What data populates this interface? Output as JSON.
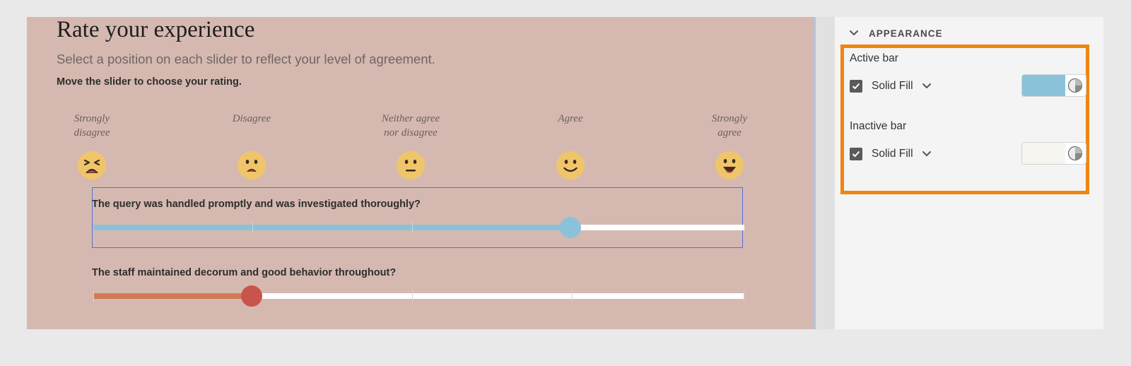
{
  "survey": {
    "title": "Rate your experience",
    "subtitle": "Select a position on each slider to reflect your level of agreement.",
    "instruction": "Move the slider to choose your rating.",
    "scale": [
      {
        "line1": "Strongly",
        "line2": "disagree",
        "emoji": "tired-face-icon"
      },
      {
        "line1": "Disagree",
        "line2": "",
        "emoji": "frowning-face-icon"
      },
      {
        "line1": "Neither agree",
        "line2": "nor disagree",
        "emoji": "neutral-face-icon"
      },
      {
        "line1": "Agree",
        "line2": "",
        "emoji": "smiling-face-icon"
      },
      {
        "line1": "Strongly",
        "line2": "agree",
        "emoji": "grinning-face-icon"
      }
    ],
    "questions": [
      {
        "text": "The query was handled promptly and was investigated thoroughly?",
        "selected_index": 3,
        "active_color": "#8ac3d9",
        "thumb_color": "#8ac3d9"
      },
      {
        "text": "The staff maintained decorum and good behavior throughout?",
        "selected_index": 1,
        "active_color": "#d27a55",
        "thumb_color": "#c9544c"
      }
    ],
    "background_color": "#d5b9b0"
  },
  "panel": {
    "section_title": "APPEARANCE",
    "active_bar": {
      "label": "Active bar",
      "fill_type": "Solid Fill",
      "checked": true,
      "color": "#8ac3d9"
    },
    "inactive_bar": {
      "label": "Inactive bar",
      "fill_type": "Solid Fill",
      "checked": true,
      "color": "#f6f5f0"
    }
  },
  "colors": {
    "highlight": "#f0850f",
    "selection": "#5a6fd6"
  }
}
